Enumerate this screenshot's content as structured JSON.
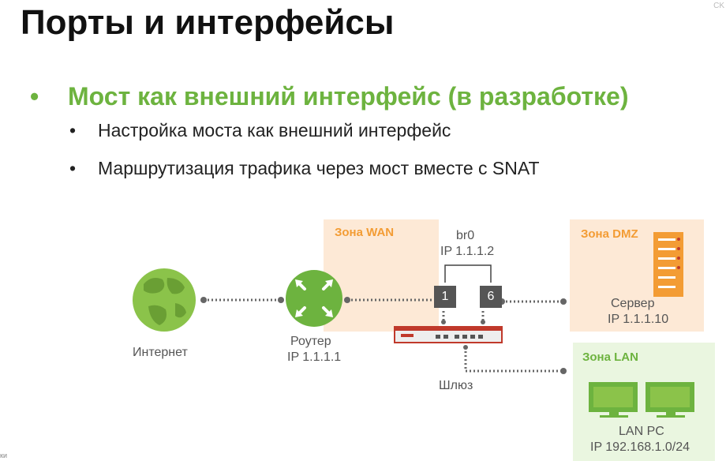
{
  "slide": {
    "title": "Порты и интерфейсы",
    "corner_text": "CK",
    "edge_text": "ки",
    "bullet": "Мост как внешний интерфейс (в разработке)",
    "subbullets": [
      "Настройка моста как внешний интерфейс",
      "Маршрутизация трафика через мост вместе с SNAT"
    ]
  },
  "diagram": {
    "zones": {
      "wan": "Зона WAN",
      "dmz": "Зона DMZ",
      "lan": "Зона LAN"
    },
    "bridge": {
      "name": "br0",
      "ip": "IP 1.1.1.2",
      "port_left": "1",
      "port_right": "6"
    },
    "internet_label": "Интернет",
    "router": {
      "label": "Роутер",
      "ip": "IP 1.1.1.1"
    },
    "server": {
      "label": "Сервер",
      "ip": "IP 1.1.1.10"
    },
    "gateway_label": "Шлюз",
    "lan_pc": {
      "label": "LAN PC",
      "ip": "IP 192.168.1.0/24"
    },
    "colors": {
      "accent_green": "#6db33f",
      "zone_orange": "#f39c34",
      "zone_wan_fill": "#fde9d6",
      "zone_lan_fill": "#eaf6e0",
      "device_red": "#c0392b"
    }
  }
}
